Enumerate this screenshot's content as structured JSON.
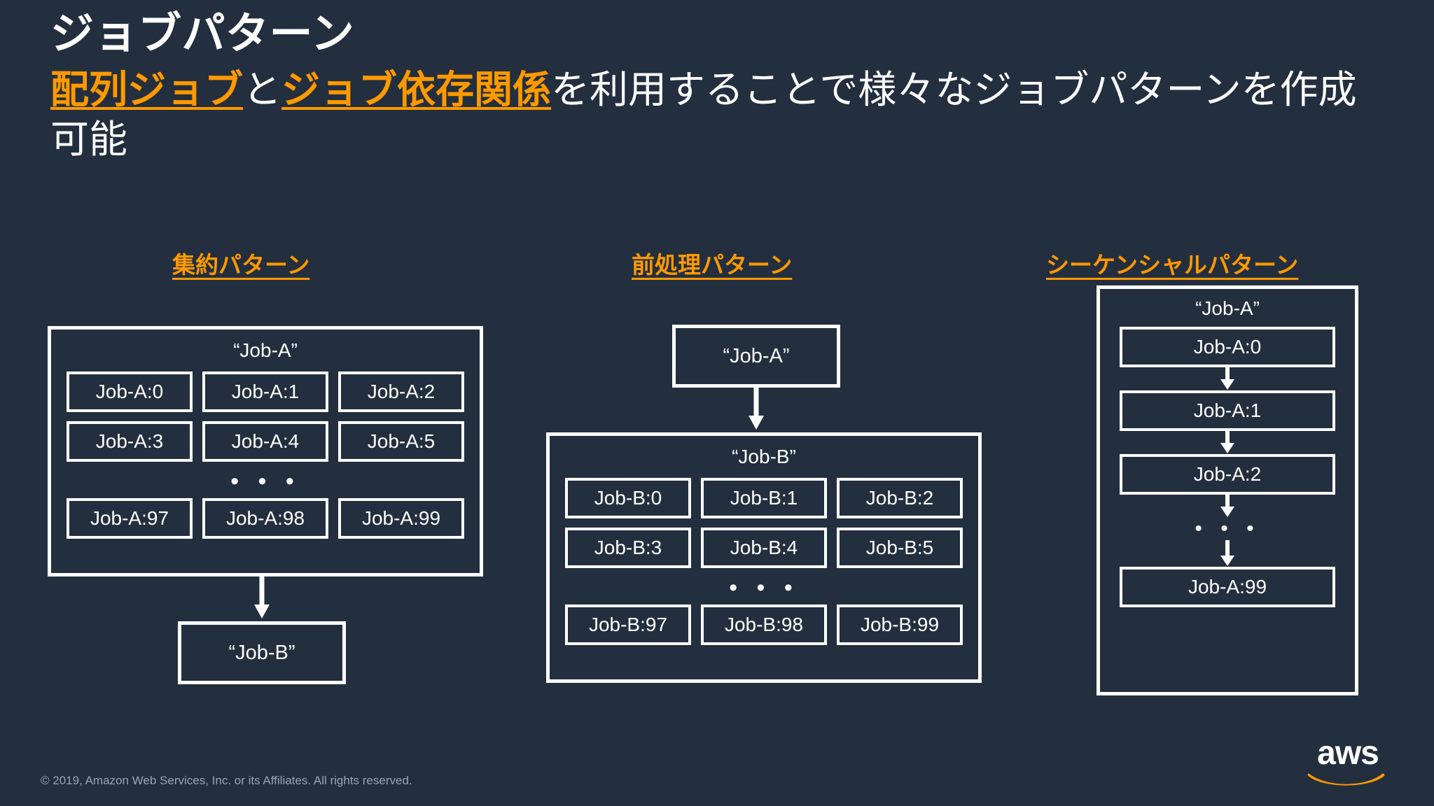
{
  "slide": {
    "title": "ジョブパターン",
    "subtitle": {
      "highlight_1": "配列ジョブ",
      "connector": "と",
      "highlight_2": "ジョブ依存関係",
      "rest": "を利用することで様々なジョブパターンを作成可能"
    }
  },
  "colors": {
    "background": "#232f3e",
    "accent_orange": "#ff9900",
    "text_white": "#ffffff",
    "footer_gray": "#9aa4b2"
  },
  "patterns": [
    {
      "heading": "集約パターン",
      "group_label": "“Job-A”",
      "jobs_row1": [
        "Job-A:0",
        "Job-A:1",
        "Job-A:2"
      ],
      "jobs_row2": [
        "Job-A:3",
        "Job-A:4",
        "Job-A:5"
      ],
      "ellipsis": "• • •",
      "jobs_row3": [
        "Job-A:97",
        "Job-A:98",
        "Job-A:99"
      ],
      "target_box": "“Job-B”"
    },
    {
      "heading": "前処理パターン",
      "source_box": "“Job-A”",
      "group_label": "“Job-B”",
      "jobs_row1": [
        "Job-B:0",
        "Job-B:1",
        "Job-B:2"
      ],
      "jobs_row2": [
        "Job-B:3",
        "Job-B:4",
        "Job-B:5"
      ],
      "ellipsis": "• • •",
      "jobs_row3": [
        "Job-B:97",
        "Job-B:98",
        "Job-B:99"
      ]
    },
    {
      "heading": "シーケンシャルパターン",
      "group_label": "“Job-A”",
      "steps": [
        "Job-A:0",
        "Job-A:1",
        "Job-A:2"
      ],
      "ellipsis": "• • •",
      "last_step": "Job-A:99"
    }
  ],
  "footer": {
    "copyright": "© 2019, Amazon Web Services, Inc. or its Affiliates. All rights reserved.",
    "logo_text": "aws"
  }
}
